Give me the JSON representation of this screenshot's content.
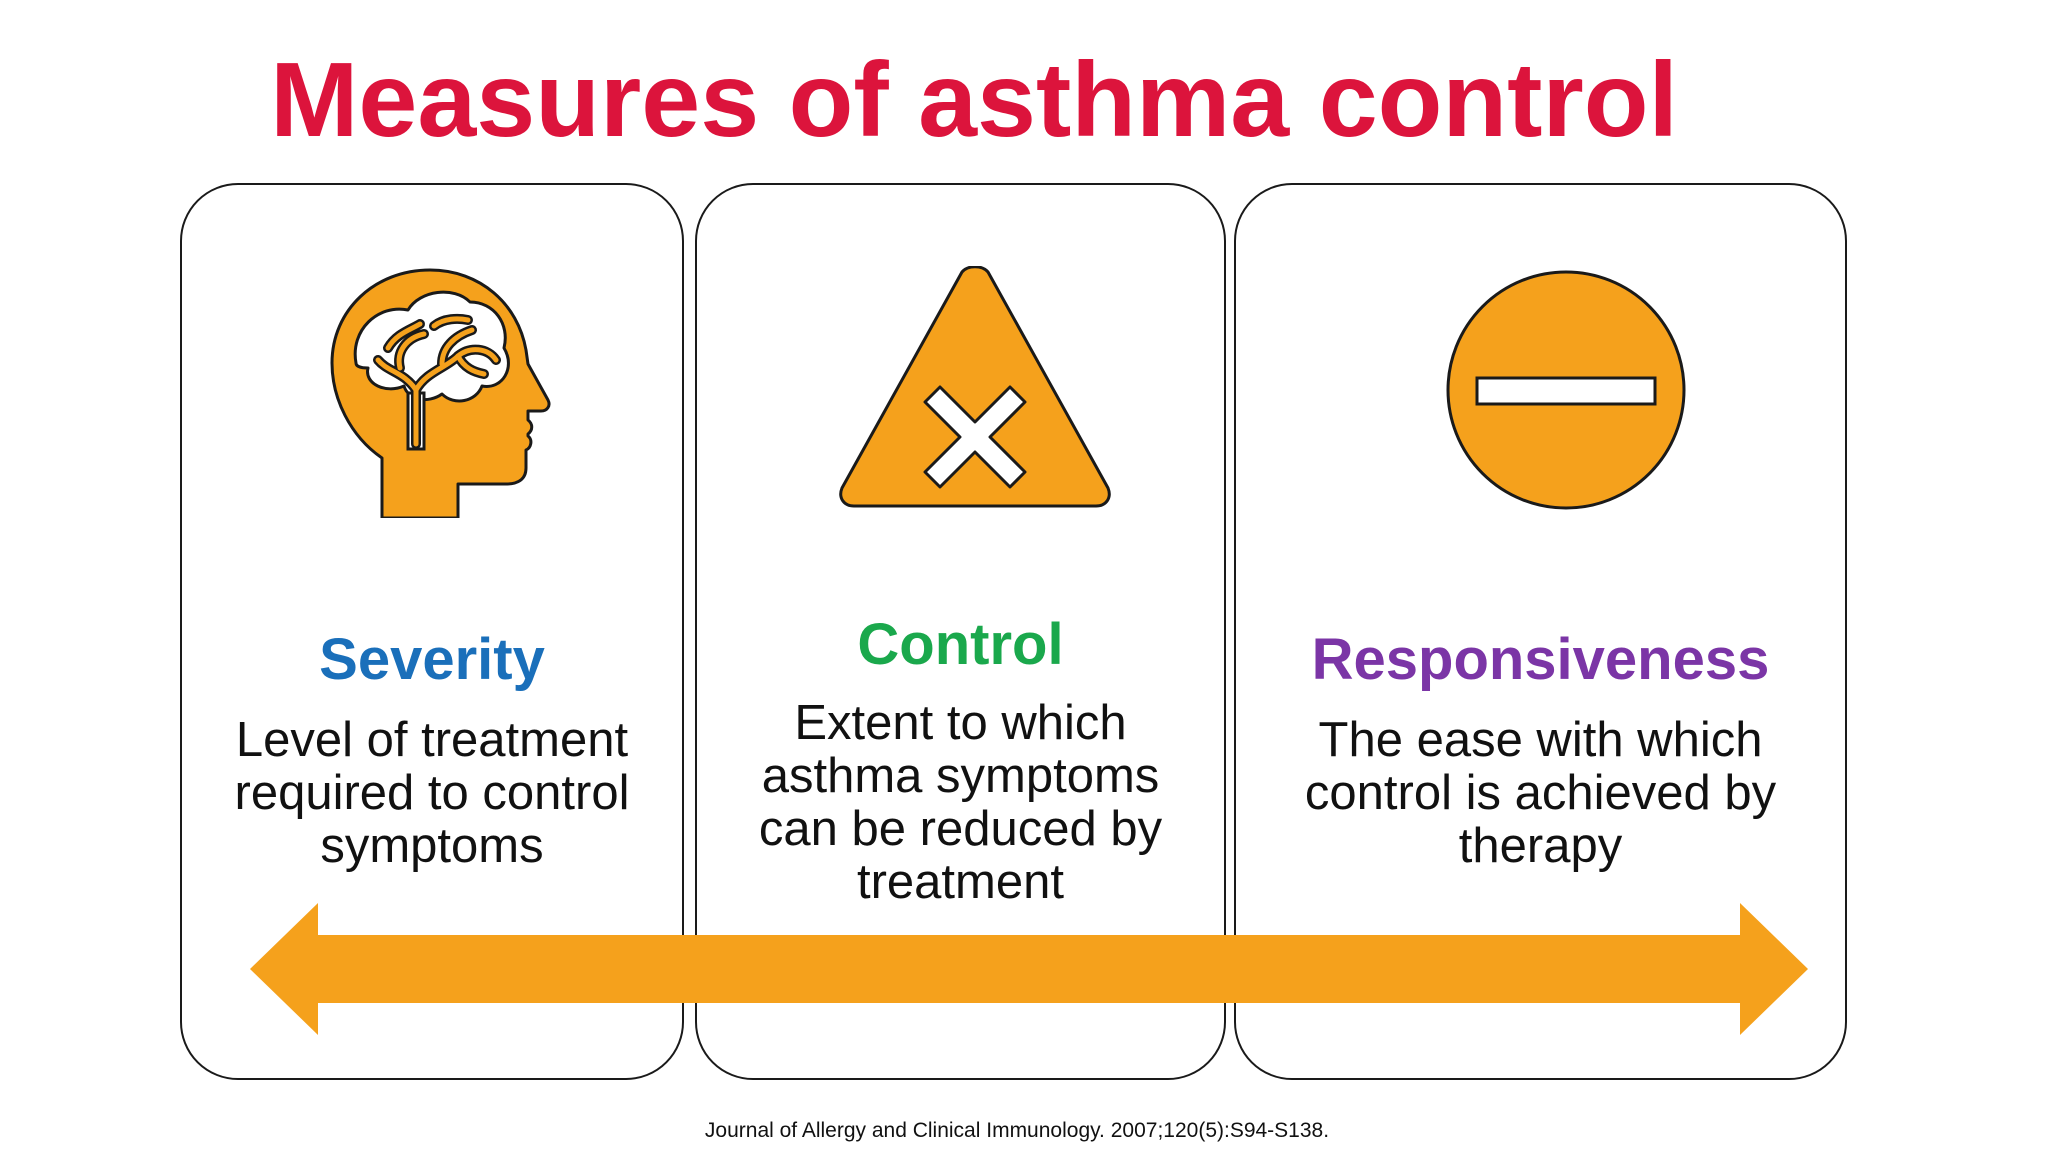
{
  "title": "Measures of asthma control",
  "accent_color": "#f5a11c",
  "cards": [
    {
      "heading": "Severity",
      "heading_color": "#1a6fba",
      "description_lines": [
        "Level of treatment",
        "required to control",
        "symptoms"
      ],
      "icon": "head-brain-icon"
    },
    {
      "heading": "Control",
      "heading_color": "#1aa84c",
      "description_lines": [
        "Extent to which",
        "asthma symptoms",
        "can be reduced by",
        "treatment"
      ],
      "icon": "warning-triangle-x-icon"
    },
    {
      "heading": "Responsiveness",
      "heading_color": "#7b35a6",
      "description_lines": [
        "The ease with which",
        "control is achieved by",
        "therapy"
      ],
      "icon": "minus-circle-icon"
    }
  ],
  "arrow": "double-headed-arrow",
  "citation": "Journal of Allergy and Clinical Immunology. 2007;120(5):S94-S138."
}
